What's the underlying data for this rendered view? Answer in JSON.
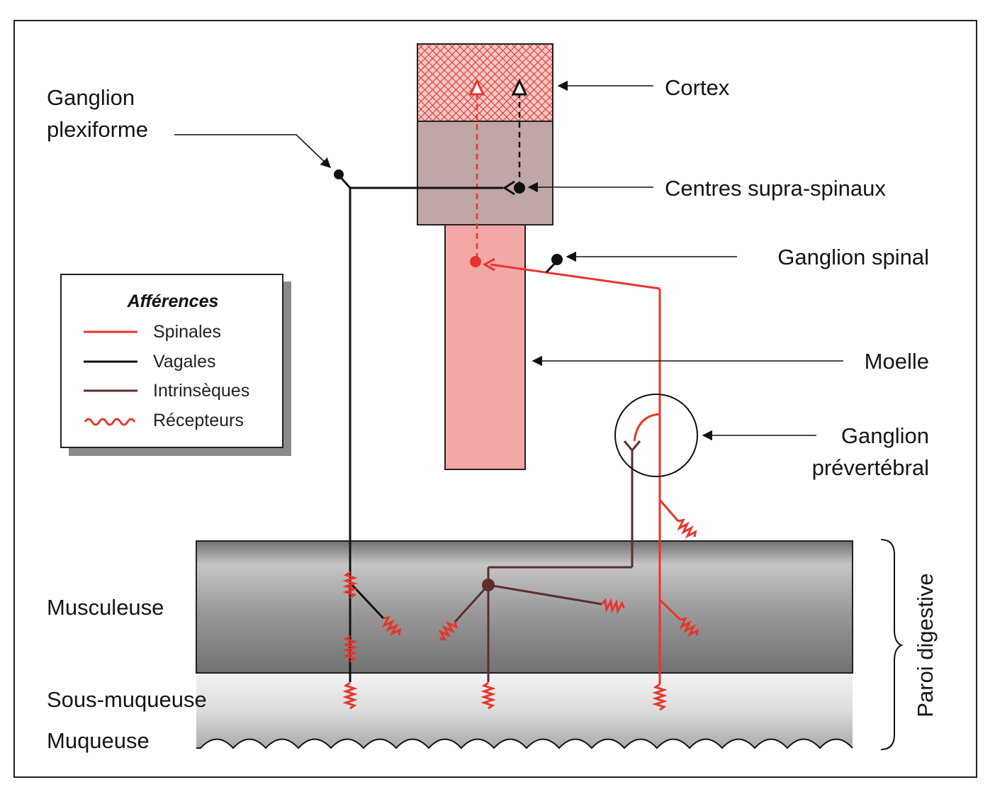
{
  "colors": {
    "spinal": "#e8352c",
    "vagal": "#111111",
    "intrinsic": "#5e2e28",
    "cortex_fill": "#f8c6c4",
    "supraspinal_fill": "#c0a6a6",
    "moelle_fill": "#f4a7a7"
  },
  "labels": {
    "cortex": "Cortex",
    "centres": "Centres supra-spinaux",
    "ganglion_plexiforme_l1": "Ganglion",
    "ganglion_plexiforme_l2": "plexiforme",
    "ganglion_spinal": "Ganglion spinal",
    "moelle": "Moelle",
    "ganglion_prevertebral_l1": "Ganglion",
    "ganglion_prevertebral_l2": "prévertébral",
    "musculeuse": "Musculeuse",
    "sous_muqueuse": "Sous-muqueuse",
    "muqueuse": "Muqueuse",
    "paroi": "Paroi digestive"
  },
  "legend": {
    "title": "Afférences",
    "items": [
      {
        "label": "Spinales",
        "kind": "line",
        "color": "#e8352c"
      },
      {
        "label": "Vagales",
        "kind": "line",
        "color": "#111111"
      },
      {
        "label": "Intrinsèques",
        "kind": "line",
        "color": "#5e2e28"
      },
      {
        "label": "Récepteurs",
        "kind": "wave",
        "color": "#e8352c"
      }
    ]
  }
}
